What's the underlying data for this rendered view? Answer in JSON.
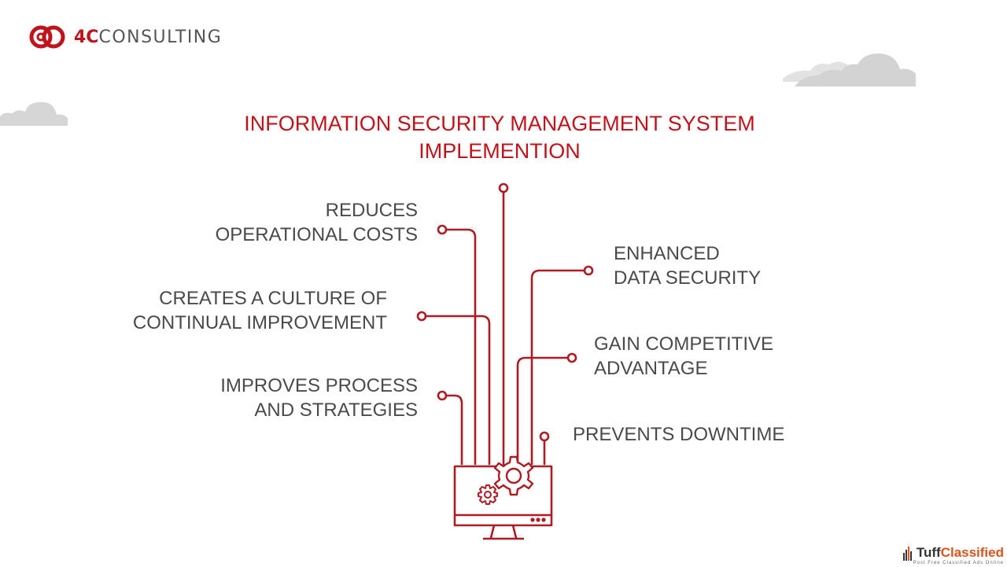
{
  "logo": {
    "brand": "4C",
    "name": "CONSULTING"
  },
  "title": {
    "line1": "INFORMATION SECURITY MANAGEMENT SYSTEM",
    "line2": "IMPLEMENTION"
  },
  "benefits": {
    "reduces_costs": {
      "line1": "REDUCES",
      "line2": "OPERATIONAL COSTS"
    },
    "culture": {
      "line1": "CREATES A CULTURE OF",
      "line2": "CONTINUAL IMPROVEMENT"
    },
    "improves": {
      "line1": "IMPROVES PROCESS",
      "line2": "AND STRATEGIES"
    },
    "data_security": {
      "line1": "ENHANCED",
      "line2": "DATA SECURITY"
    },
    "competitive": {
      "line1": "GAIN COMPETITIVE",
      "line2": "ADVANTAGE"
    },
    "downtime": {
      "line1": "PREVENTS DOWNTIME"
    }
  },
  "watermark": {
    "part1": "Tuff",
    "part2": "Classified",
    "tagline": "Post Free Classified Ads Online"
  },
  "colors": {
    "accent": "#c0141c",
    "text": "#4a4a4a",
    "cloud": "#d6d6d6"
  },
  "icons": [
    "logo-rings-icon",
    "cloud-icon",
    "gear-icon",
    "monitor-icon",
    "bar-chart-icon"
  ]
}
